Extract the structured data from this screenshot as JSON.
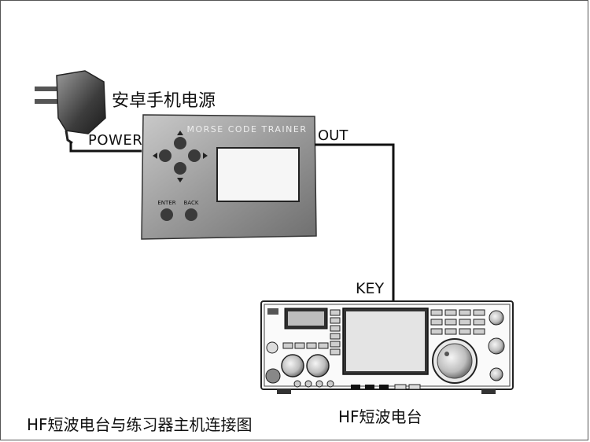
{
  "labels": {
    "adapter": "安卓手机电源",
    "power": "POWER",
    "out": "OUT",
    "key": "KEY",
    "caption_left": "HF短波电台与练习器主机连接图",
    "caption_right": "HF短波电台"
  },
  "trainer": {
    "title": "MORSE CODE TRAINER",
    "enter": "ENTER",
    "back": "BACK"
  }
}
